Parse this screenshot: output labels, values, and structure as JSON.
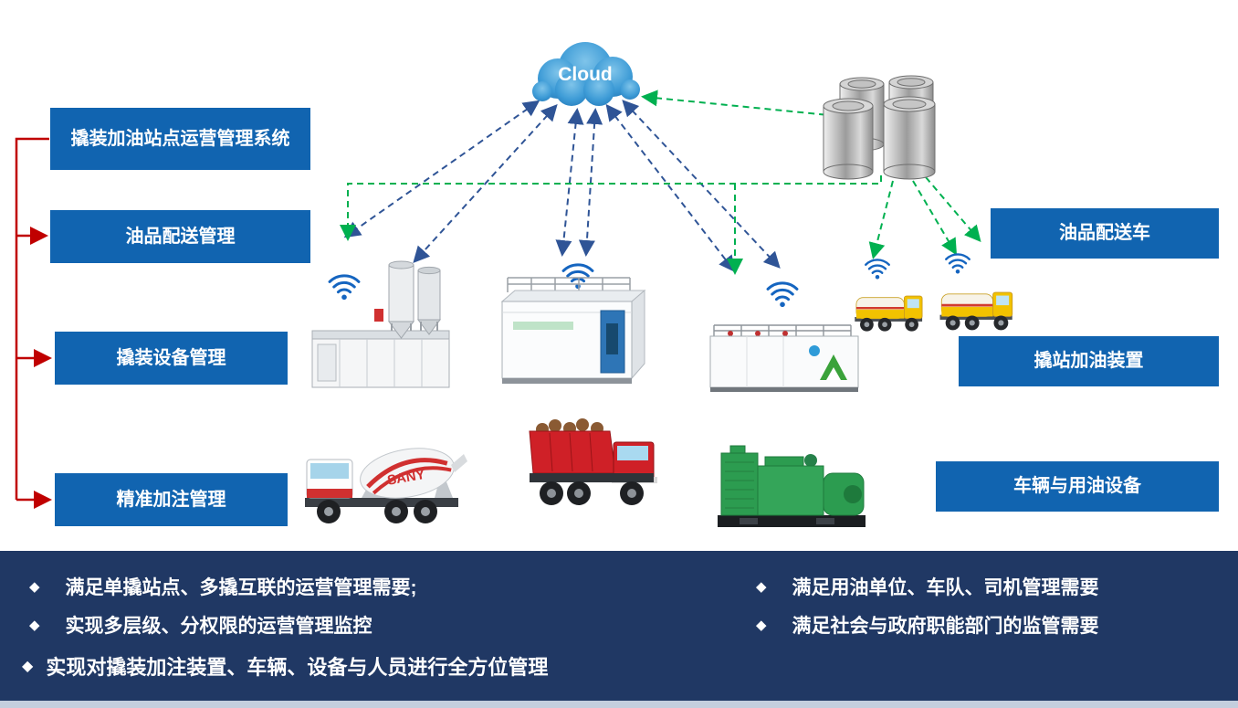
{
  "cloud": {
    "label": "Cloud"
  },
  "left_panel": {
    "items": [
      {
        "label": "撬装加油站点运营管理系统"
      },
      {
        "label": "油品配送管理"
      },
      {
        "label": "撬装设备管理"
      },
      {
        "label": "精准加注管理"
      }
    ]
  },
  "right_panel": {
    "items": [
      {
        "label": "油品配送车"
      },
      {
        "label": "撬站加油装置"
      },
      {
        "label": "车辆与用油设备"
      }
    ]
  },
  "equipment": {
    "mixer_brand": "SANY"
  },
  "footer": {
    "bullet_glyph": "◆",
    "left_bullets": [
      "满足单撬站点、多撬互联的运营管理需要;",
      "实现多层级、分权限的运营管理监控",
      "实现对撬装加注装置、车辆、设备与人员进行全方位管理"
    ],
    "right_bullets": [
      "满足用油单位、车队、司机管理需要",
      "满足社会与政府职能部门的监管需要"
    ]
  },
  "colors": {
    "panel_blue": "#1164b0",
    "footer_navy": "#203864",
    "arrow_blue": "#2f5496",
    "arrow_green": "#00b050",
    "connector_red": "#c00000"
  }
}
